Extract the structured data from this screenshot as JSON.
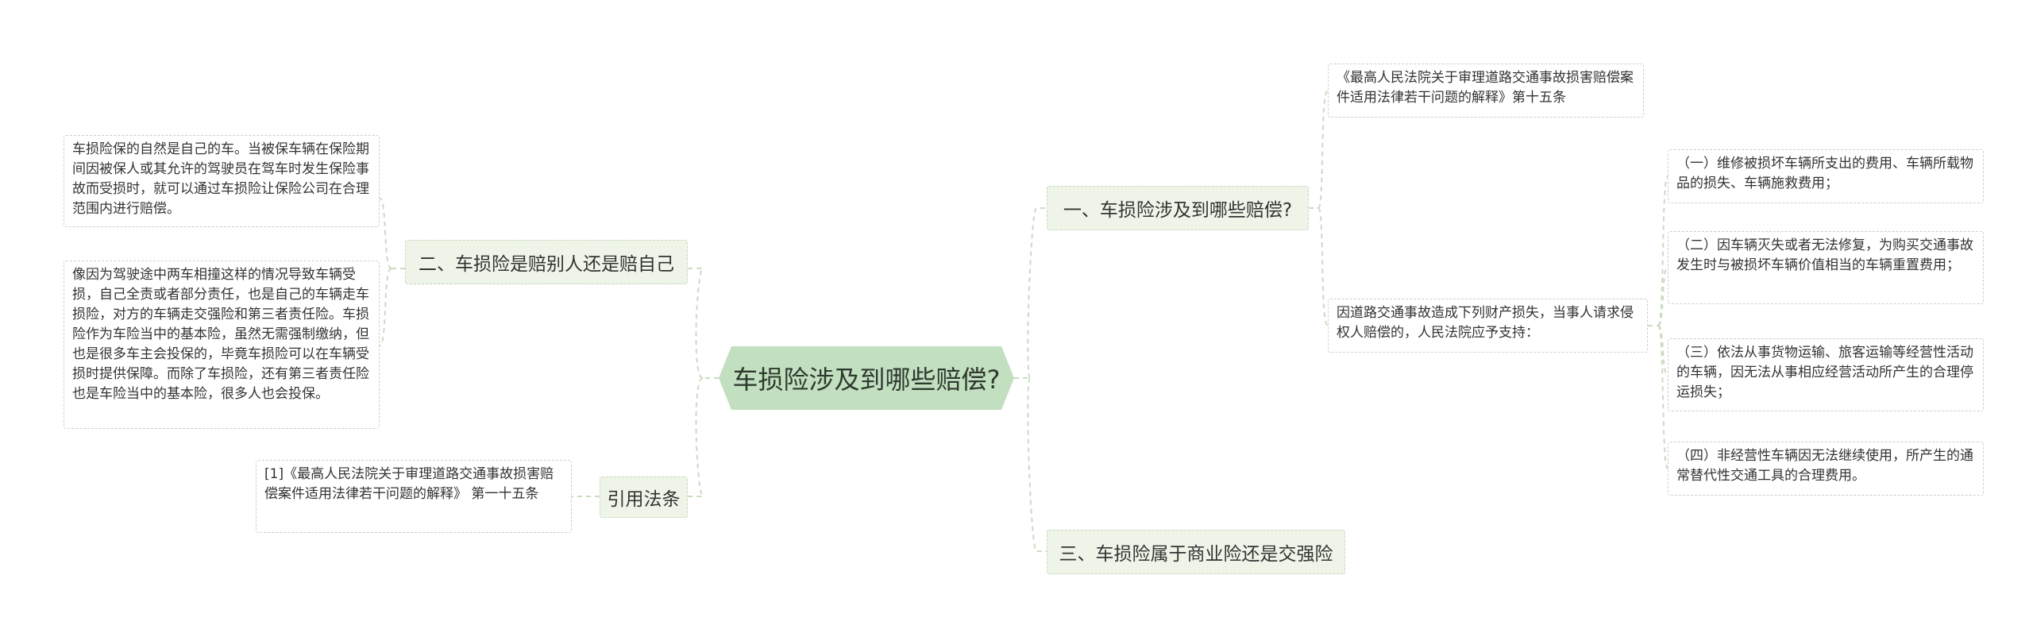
{
  "root": {
    "label": "车损险涉及到哪些赔偿?"
  },
  "colors": {
    "root_fill": "#c2dfbf",
    "branch_fill": "#eef5e8",
    "link": "#c9dcc1"
  },
  "left": {
    "branch_self": {
      "label": "二、车损险是赔别人还是赔自己",
      "leaves": [
        "车损险保的自然是自己的车。当被保车辆在保险期间因被保人或其允许的驾驶员在驾车时发生保险事故而受损时，就可以通过车损险让保险公司在合理范围内进行赔偿。",
        "像因为驾驶途中两车相撞这样的情况导致车辆受损，自己全责或者部分责任，也是自己的车辆走车损险，对方的车辆走交强险和第三者责任险。车损险作为车险当中的基本险，虽然无需强制缴纳，但也是很多车主会投保的，毕竟车损险可以在车辆受损时提供保障。而除了车损险，还有第三者责任险也是车险当中的基本险，很多人也会投保。"
      ]
    },
    "branch_law": {
      "label": "引用法条",
      "leaf": "[1]《最高人民法院关于审理道路交通事故损害赔偿案件适用法律若干问题的解释》 第一十五条"
    }
  },
  "right": {
    "branch_1": {
      "label": "一、车损险涉及到哪些赔偿?",
      "source": "《最高人民法院关于审理道路交通事故损害赔偿案件适用法律若干问题的解释》第十五条",
      "intro": "因道路交通事故造成下列财产损失，当事人请求侵权人赔偿的，人民法院应予支持：",
      "items": [
        "（一）维修被损坏车辆所支出的费用、车辆所载物品的损失、车辆施救费用；",
        "（二）因车辆灭失或者无法修复，为购买交通事故发生时与被损坏车辆价值相当的车辆重置费用；",
        "（三）依法从事货物运输、旅客运输等经营性活动的车辆，因无法从事相应经营活动所产生的合理停运损失；",
        "（四）非经营性车辆因无法继续使用，所产生的通常替代性交通工具的合理费用。"
      ]
    },
    "branch_3": {
      "label": "三、车损险属于商业险还是交强险"
    }
  }
}
